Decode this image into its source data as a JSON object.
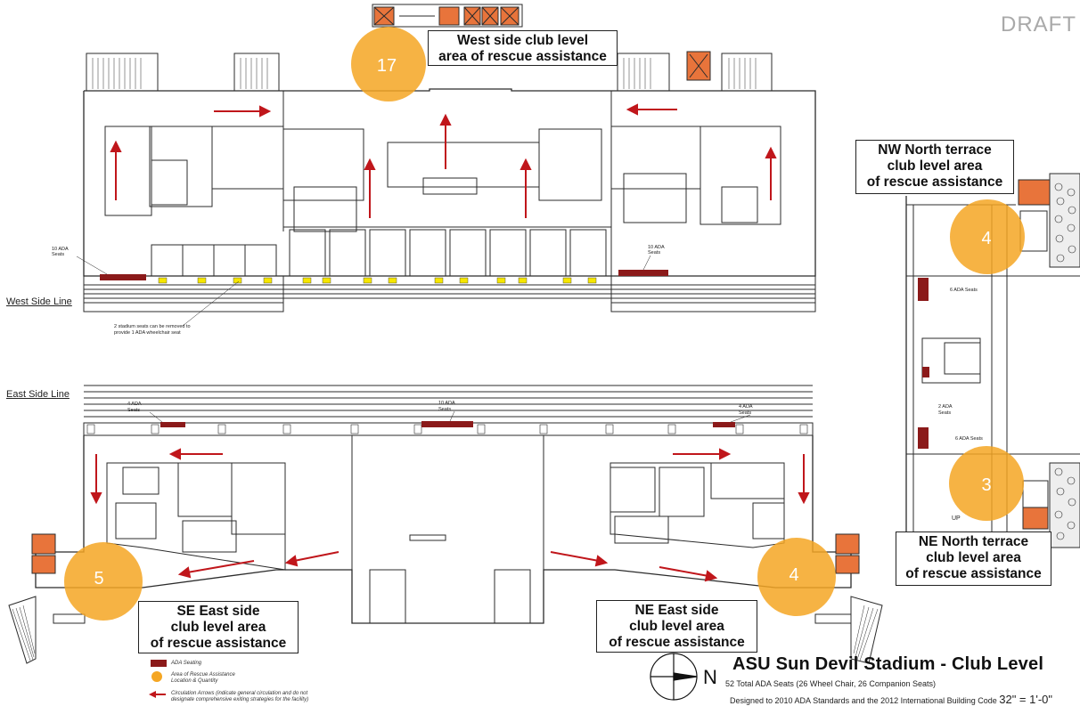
{
  "header": {
    "draft_label": "DRAFT"
  },
  "title": {
    "main": "ASU Sun Devil Stadium - Club Level",
    "subtitle": "52 Total ADA Seats (26 Wheel Chair, 26 Companion Seats)",
    "standards": "Designed to 2010 ADA Standards and the 2012 International Building Code",
    "scale": "32\" = 1'-0\""
  },
  "north_label": "N",
  "side_lines": {
    "west": "West Side Line",
    "east": "East Side Line"
  },
  "rescue_areas": [
    {
      "id": "west",
      "count": "17",
      "lines": [
        "West side club level",
        "area of rescue assistance"
      ]
    },
    {
      "id": "nw-north-terrace",
      "count": "4",
      "lines": [
        "NW North terrace",
        "club level area",
        "of rescue assistance"
      ]
    },
    {
      "id": "ne-north-terrace",
      "count": "3",
      "lines": [
        "NE North terrace",
        "club level area",
        "of rescue assistance"
      ]
    },
    {
      "id": "se-east",
      "count": "5",
      "lines": [
        "SE East side",
        "club level area",
        "of rescue assistance"
      ]
    },
    {
      "id": "ne-east",
      "count": "4",
      "lines": [
        "NE East side",
        "club level area",
        "of rescue assistance"
      ]
    }
  ],
  "ada_seat_notes": {
    "west_left": [
      "10 ADA",
      "Seats"
    ],
    "west_right": [
      "10 ADA",
      "Seats"
    ],
    "west_stadium_note": [
      "2 stadium seats can be removed to",
      "provide 1 ADA wheelchair seat"
    ],
    "east_left": [
      "4 ADA",
      "Seats"
    ],
    "east_center": [
      "10 ADA",
      "Seats"
    ],
    "east_right": [
      "4 ADA",
      "Seats"
    ],
    "north_6a": "6 ADA Seats",
    "north_2": [
      "2 ADA",
      "Seats"
    ],
    "north_6b": "6 ADA Seats",
    "up": "UP"
  },
  "legend": {
    "items": [
      {
        "symbol": "ada-seating",
        "label": [
          "ADA Seating"
        ]
      },
      {
        "symbol": "rescue-area",
        "label": [
          "Area of Rescue Assistance",
          "Location & Quantity"
        ]
      },
      {
        "symbol": "circulation-arrow",
        "label": [
          "Circulation Arrows (indicate general circulation and do not",
          "designate comprehensive exiting strategies for the facility)"
        ]
      }
    ]
  },
  "colors": {
    "ada_seating": "#8b1a1a",
    "rescue_circle": "#f5a623",
    "arrow": "#c0161b",
    "stair_orange": "#e8743b",
    "linework": "#2b2b2b"
  }
}
